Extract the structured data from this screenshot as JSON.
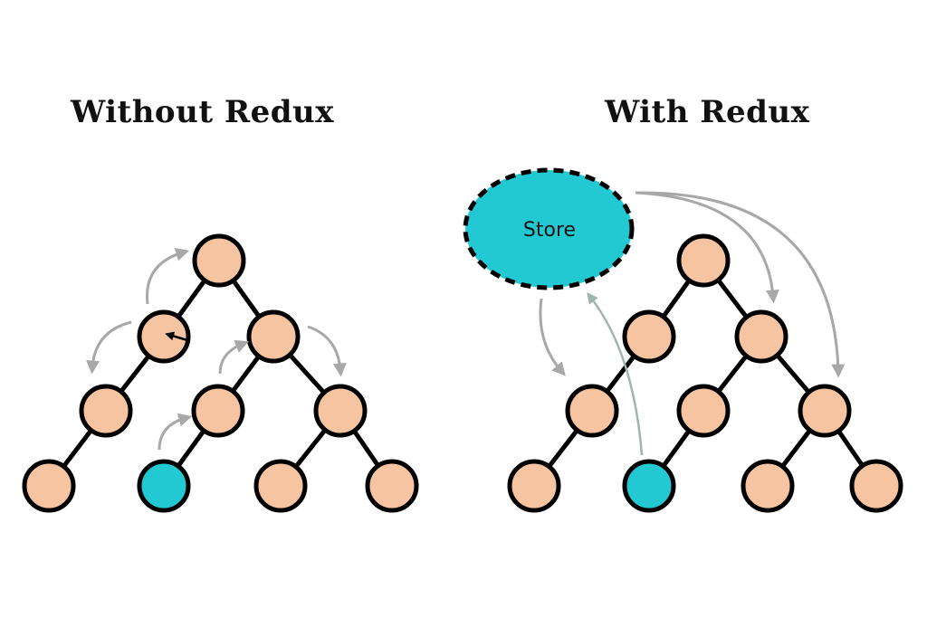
{
  "titles": {
    "left": "Without Redux",
    "right": "With Redux"
  },
  "store": {
    "label": "Store",
    "fill": "#22C9D3"
  },
  "colors": {
    "node_fill": "#F7C4A2",
    "highlight_fill": "#22C9D3",
    "stroke": "#000000",
    "arrow_gray": "#A8A8A8",
    "arrow_teal_gray": "#9FB5B0"
  },
  "trees": [
    {
      "name": "without-redux",
      "nodes": [
        {
          "id": "root",
          "level": 0,
          "highlight": false
        },
        {
          "id": "a",
          "level": 1,
          "highlight": false
        },
        {
          "id": "b",
          "level": 1,
          "highlight": false
        },
        {
          "id": "a1",
          "level": 2,
          "highlight": false
        },
        {
          "id": "b1",
          "level": 2,
          "highlight": false
        },
        {
          "id": "b2",
          "level": 2,
          "highlight": false
        },
        {
          "id": "a1a",
          "level": 3,
          "highlight": false
        },
        {
          "id": "b1a",
          "level": 3,
          "highlight": true
        },
        {
          "id": "b2a",
          "level": 3,
          "highlight": false
        },
        {
          "id": "b2b",
          "level": 3,
          "highlight": false
        }
      ],
      "edges": [
        [
          "root",
          "a"
        ],
        [
          "root",
          "b"
        ],
        [
          "a",
          "a1"
        ],
        [
          "b",
          "b1"
        ],
        [
          "b",
          "b2"
        ],
        [
          "a1",
          "a1a"
        ],
        [
          "b1",
          "b1a"
        ],
        [
          "b2",
          "b2a"
        ],
        [
          "b2",
          "b2b"
        ]
      ]
    },
    {
      "name": "with-redux",
      "nodes": [
        {
          "id": "root",
          "level": 0,
          "highlight": false
        },
        {
          "id": "a",
          "level": 1,
          "highlight": false
        },
        {
          "id": "b",
          "level": 1,
          "highlight": false
        },
        {
          "id": "a1",
          "level": 2,
          "highlight": false
        },
        {
          "id": "b1",
          "level": 2,
          "highlight": false
        },
        {
          "id": "b2",
          "level": 2,
          "highlight": false
        },
        {
          "id": "a1a",
          "level": 3,
          "highlight": false
        },
        {
          "id": "b1a",
          "level": 3,
          "highlight": true
        },
        {
          "id": "b2a",
          "level": 3,
          "highlight": false
        },
        {
          "id": "b2b",
          "level": 3,
          "highlight": false
        }
      ],
      "edges": [
        [
          "root",
          "a"
        ],
        [
          "root",
          "b"
        ],
        [
          "a",
          "a1"
        ],
        [
          "b",
          "b1"
        ],
        [
          "b",
          "b2"
        ],
        [
          "a1",
          "a1a"
        ],
        [
          "b1",
          "b1a"
        ],
        [
          "b2",
          "b2a"
        ],
        [
          "b2",
          "b2b"
        ]
      ]
    }
  ]
}
